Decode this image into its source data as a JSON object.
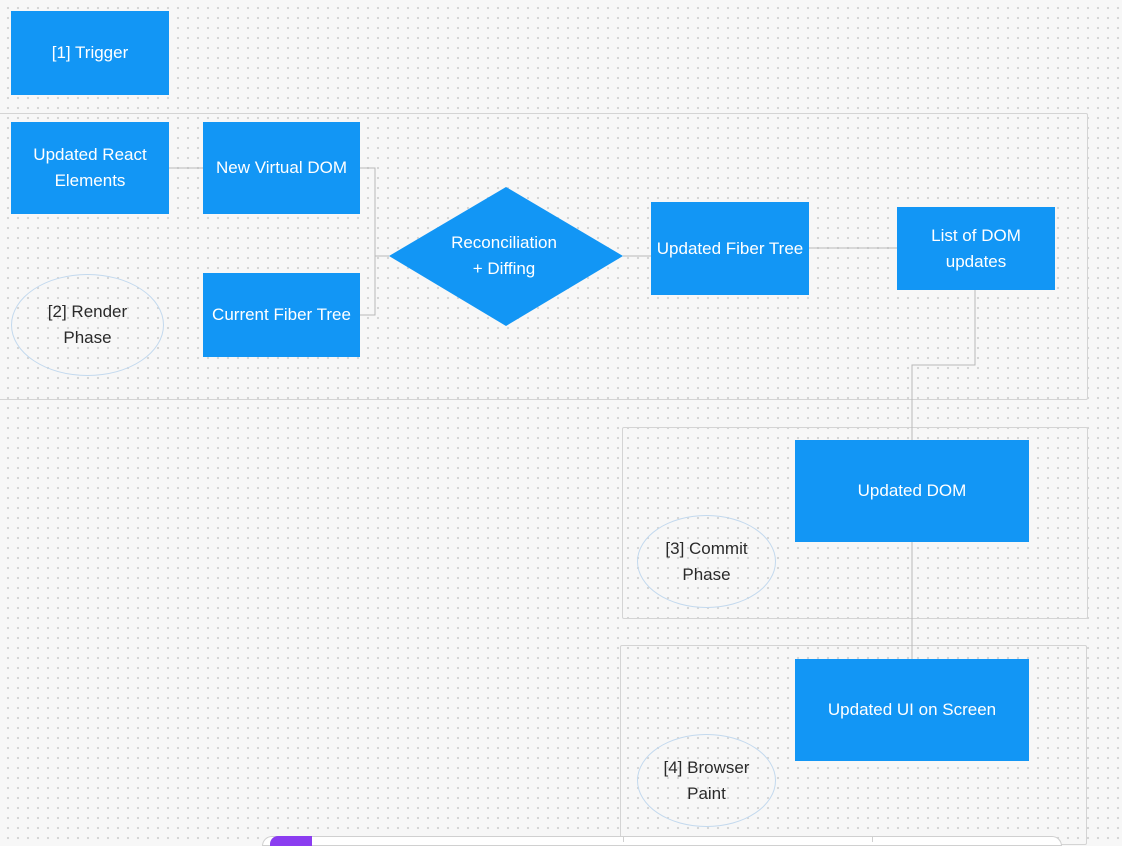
{
  "colors": {
    "node_fill": "#1296f5",
    "connector": "#b8b8b8",
    "frame_border": "#d4d4d4",
    "ellipse_border": "#c3d9ee",
    "toolbar_accent": "#8b3df0"
  },
  "nodes": {
    "trigger": "[1] Trigger",
    "updated_react_elements": "Updated React\nElements",
    "new_virtual_dom": "New Virtual DOM",
    "current_fiber_tree": "Current Fiber Tree",
    "reconciliation": "Reconciliation\n+ Diffing",
    "updated_fiber_tree": "Updated Fiber Tree",
    "list_dom_updates": "List of DOM\nupdates",
    "updated_dom": "Updated DOM",
    "updated_ui": "Updated UI on Screen"
  },
  "phases": {
    "render": "[2] Render\nPhase",
    "commit": "[3] Commit\nPhase",
    "paint": "[4] Browser\nPaint"
  }
}
